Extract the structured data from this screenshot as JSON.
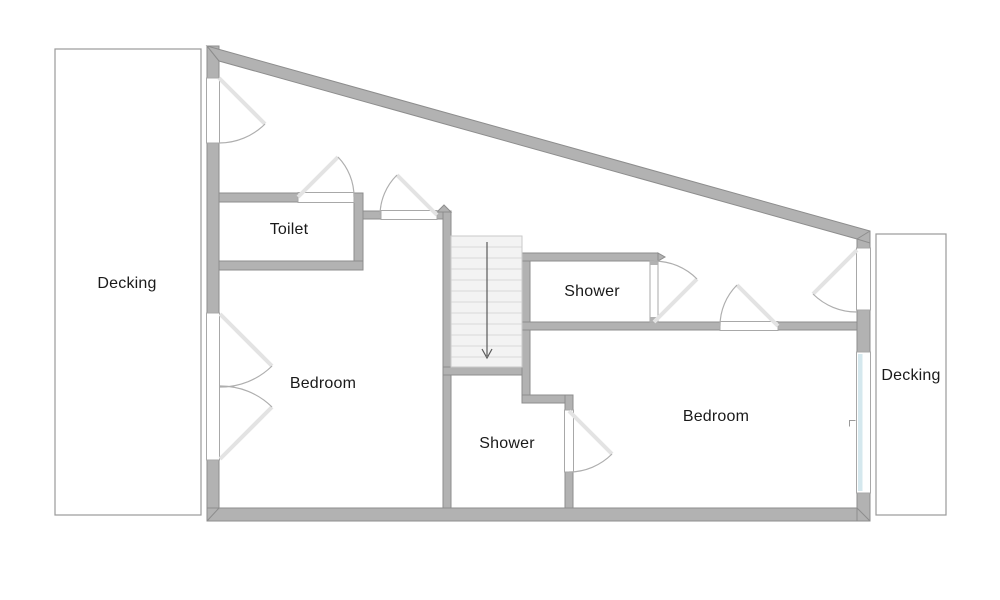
{
  "plan": {
    "type": "floor-plan",
    "rooms": [
      {
        "id": "decking-left",
        "label": "Decking"
      },
      {
        "id": "toilet",
        "label": "Toilet"
      },
      {
        "id": "bedroom-left",
        "label": "Bedroom"
      },
      {
        "id": "shower-upper",
        "label": "Shower"
      },
      {
        "id": "shower-lower",
        "label": "Shower"
      },
      {
        "id": "bedroom-right",
        "label": "Bedroom"
      },
      {
        "id": "decking-right",
        "label": "Decking"
      }
    ],
    "features": {
      "stairs_direction": "down"
    }
  },
  "colors": {
    "background": "#ffffff",
    "wall_fill": "#b2b2b2",
    "wall_edge": "#8d8d8d",
    "opening_edge": "#a8a8a8",
    "door_leaf": "#e3e3e3",
    "door_arc": "#aeaeae",
    "stair_fill": "#f3f3f3",
    "stair_line": "#d9d9d9",
    "stair_edge": "#c9c9c9",
    "glazing": "#d5e8ee",
    "deck_edge": "#9a9a9a",
    "arrow": "#5a5a5a",
    "label_text": "#1a1a1a"
  }
}
